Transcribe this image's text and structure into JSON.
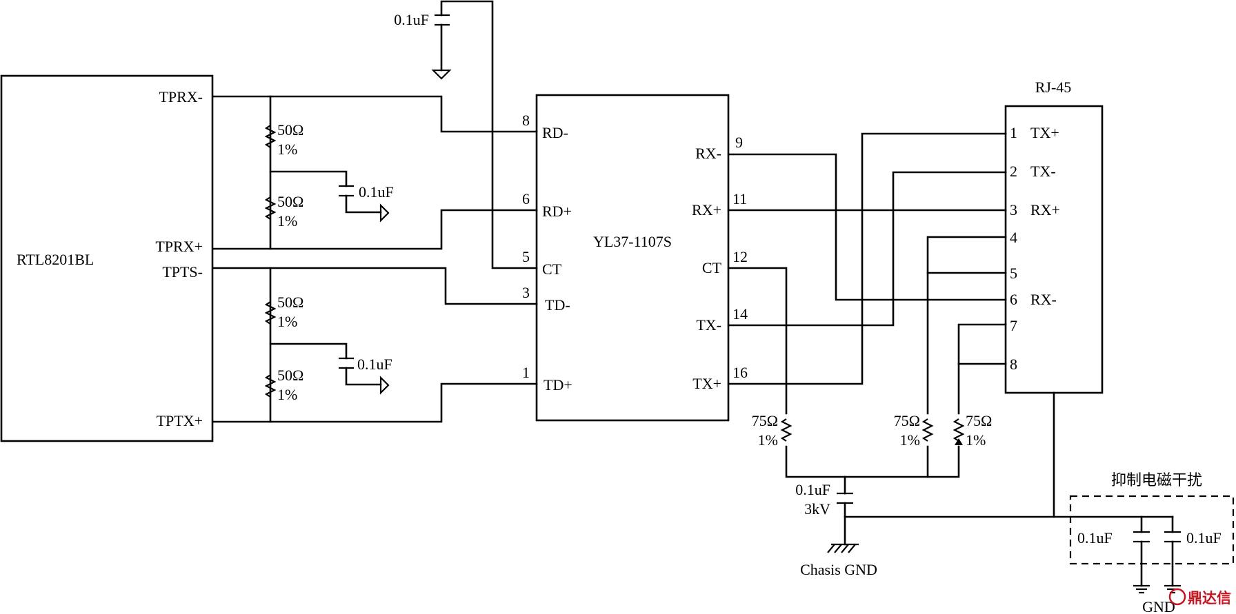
{
  "chips": {
    "phy": "RTL8201BL",
    "transformer": "YL37-1107S",
    "connector": "RJ-45"
  },
  "phy_pins": {
    "tprx_minus": "TPRX-",
    "tprx_plus": "TPRX+",
    "tpts_minus": "TPTS-",
    "tptx_plus": "TPTX+"
  },
  "transformer_left_pins": [
    {
      "num": "8",
      "name": "RD-"
    },
    {
      "num": "6",
      "name": "RD+"
    },
    {
      "num": "5",
      "name": "CT"
    },
    {
      "num": "3",
      "name": "TD-"
    },
    {
      "num": "1",
      "name": "TD+"
    }
  ],
  "transformer_right_pins": [
    {
      "num": "9",
      "name": "RX-"
    },
    {
      "num": "11",
      "name": "RX+"
    },
    {
      "num": "12",
      "name": "CT"
    },
    {
      "num": "14",
      "name": "TX-"
    },
    {
      "num": "16",
      "name": "TX+"
    }
  ],
  "rj45_pins": [
    {
      "num": "1",
      "name": "TX+"
    },
    {
      "num": "2",
      "name": "TX-"
    },
    {
      "num": "3",
      "name": "RX+"
    },
    {
      "num": "4",
      "name": ""
    },
    {
      "num": "5",
      "name": ""
    },
    {
      "num": "6",
      "name": "RX-"
    },
    {
      "num": "7",
      "name": ""
    },
    {
      "num": "8",
      "name": ""
    }
  ],
  "components": {
    "cap_top": "0.1uF",
    "r50": "50Ω",
    "tol1": "1%",
    "cap_rx": "0.1uF",
    "cap_tx": "0.1uF",
    "r75": "75Ω",
    "hv_cap_value": "0.1uF",
    "hv_cap_voltage": "3kV",
    "emi_cap_left": "0.1uF",
    "emi_cap_right": "0.1uF"
  },
  "labels": {
    "chassis_gnd": "Chasis GND",
    "gnd": "GND",
    "emi_box": "抑制电磁干扰",
    "brand": "鼎达信"
  }
}
